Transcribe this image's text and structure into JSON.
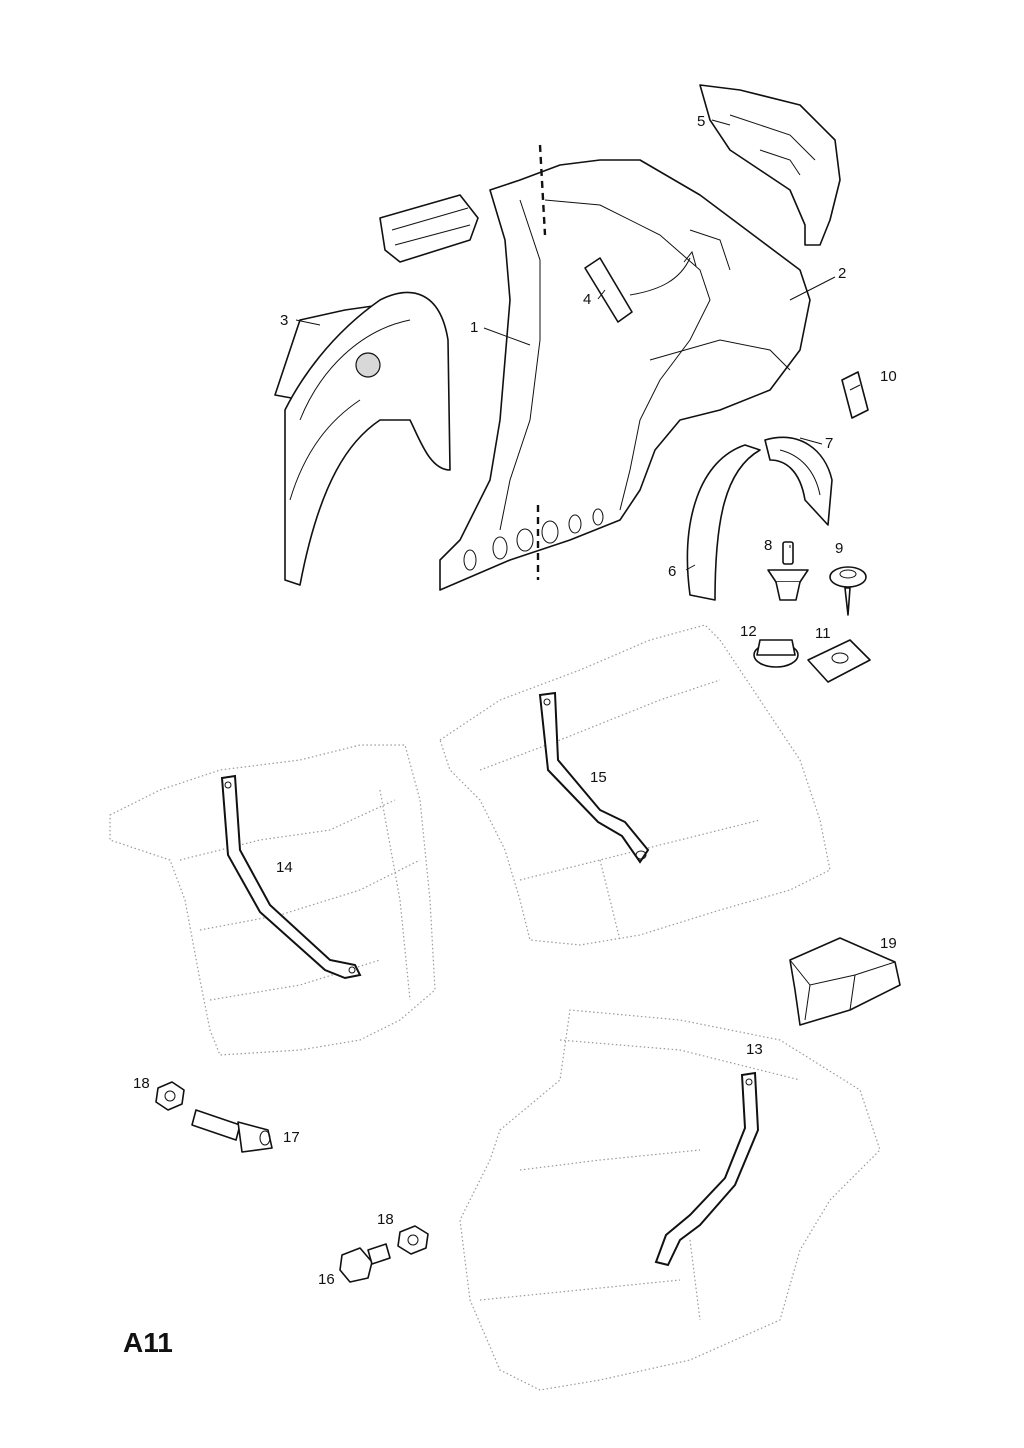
{
  "diagram_id": "A11",
  "callouts": {
    "c1": "1",
    "c2": "2",
    "c3": "3",
    "c4": "4",
    "c5": "5",
    "c6": "6",
    "c7": "7",
    "c8": "8",
    "c9": "9",
    "c10": "10",
    "c11": "11",
    "c12": "12",
    "c13": "13",
    "c14": "14",
    "c15": "15",
    "c16": "16",
    "c17": "17",
    "c18a": "18",
    "c18b": "18",
    "c19": "19"
  }
}
